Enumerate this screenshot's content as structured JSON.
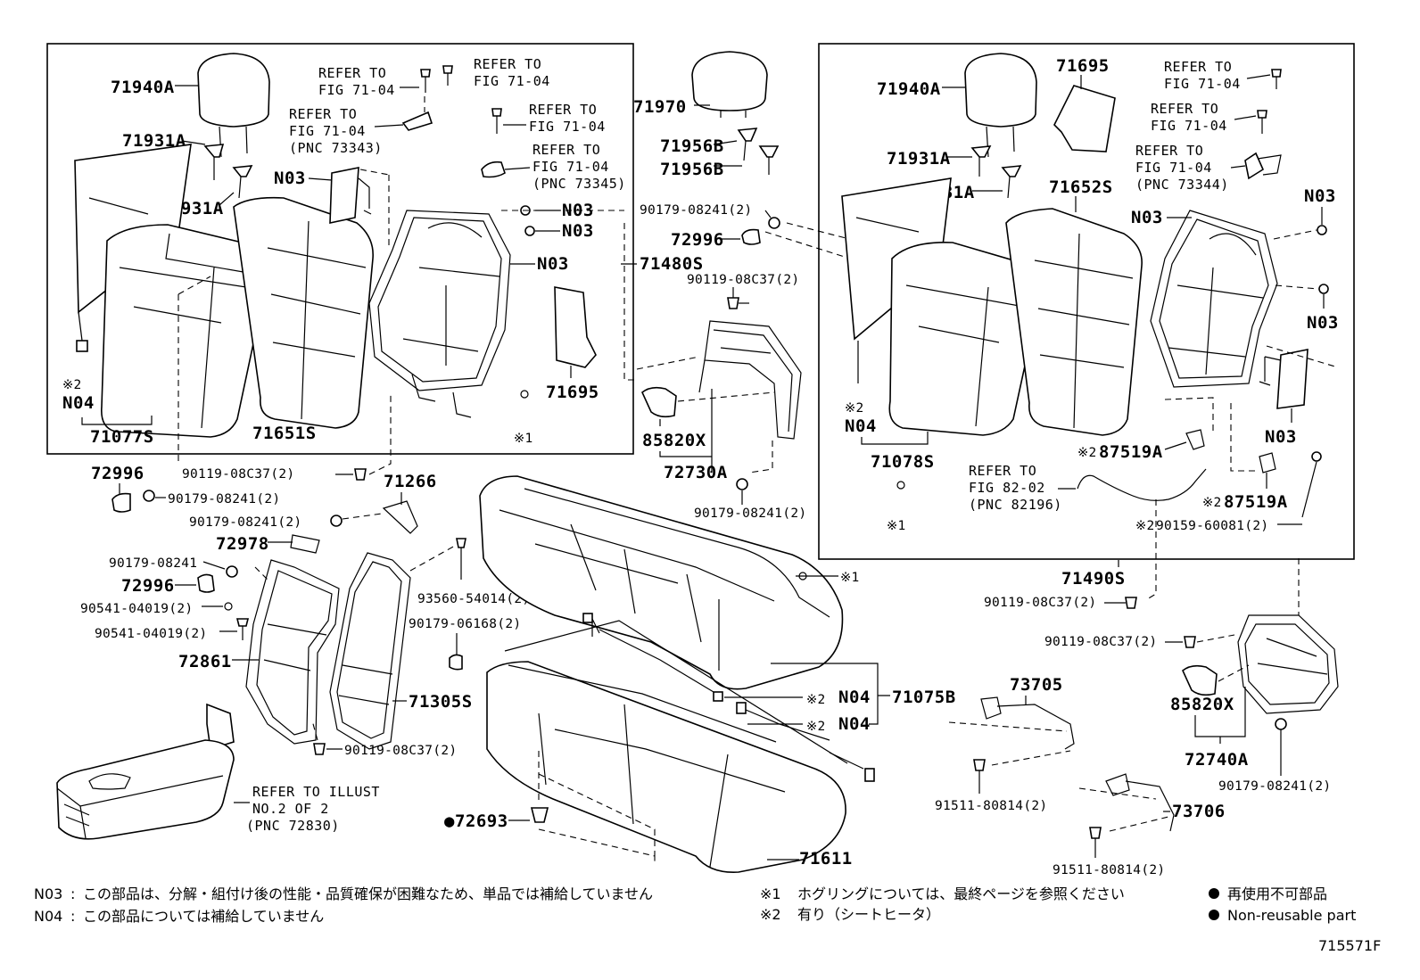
{
  "diagram_id": "715571F",
  "refer": {
    "refer_to": "REFER TO",
    "fig_71_04": "FIG 71-04",
    "fig_82_02": "FIG 82-02",
    "pnc_73343": "(PNC 73343)",
    "pnc_73345": "(PNC 73345)",
    "pnc_73344": "(PNC 73344)",
    "pnc_82196": "(PNC 82196)",
    "refer_illust": "REFER TO ILLUST",
    "no2of2": "NO.2 OF 2",
    "pnc_72830": "(PNC 72830)"
  },
  "marks": {
    "kome1": "※1",
    "kome2": "※2",
    "dot": "●"
  },
  "parts": {
    "p71940A": "71940A",
    "p71931A": "71931A",
    "p71077S": "71077S",
    "p71651S": "71651S",
    "p71695": "71695",
    "p71480S": "71480S",
    "p71970": "71970",
    "p71956B": "71956B",
    "p72996": "72996",
    "p85820X": "85820X",
    "p72730A": "72730A",
    "p71078S": "71078S",
    "p71652S": "71652S",
    "p87519A": "87519A",
    "p71490S": "71490S",
    "p71266": "71266",
    "p72978": "72978",
    "p72861": "72861",
    "p71305S": "71305S",
    "p72693": "72693",
    "p71611": "71611",
    "p71075B": "71075B",
    "p73705": "73705",
    "p73706": "73706",
    "p72740A": "72740A",
    "N03": "N03",
    "N04": "N04",
    "b90179_08241_2": "90179-08241(2)",
    "b90179_08241": "90179-08241",
    "b90119_08C37_2": "90119-08C37(2)",
    "b90541_04019_2": "90541-04019(2)",
    "b93560_54014_2": "93560-54014(2)",
    "b90179_06168_2": "90179-06168(2)",
    "b90159_60081_2": "90159-60081(2)",
    "b91511_80814_2": "91511-80814(2)"
  },
  "footnotes": {
    "n03_code": "N03",
    "n04_code": "N04",
    "colon": ":",
    "n03_text": "この部品は、分解・組付け後の性能・品質確保が困難なため、単品では補給していません",
    "n04_text": "この部品については補給していません",
    "k1_text": "ホグリングについては、最終ページを参照ください",
    "k2_text": "有り（シートヒータ）",
    "nonreuse_jp": "再使用不可部品",
    "nonreuse_en": "Non-reusable part"
  }
}
